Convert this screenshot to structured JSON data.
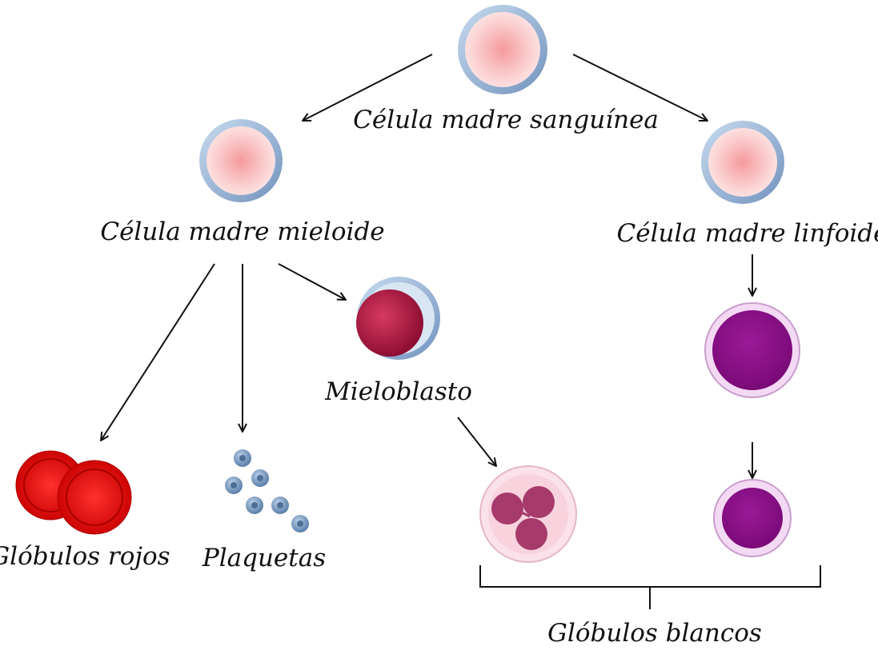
{
  "labels": {
    "stem": "Célula madre sanguínea",
    "myeloid": "Célula madre mieloide",
    "lymphoid": "Célula madre linfoide",
    "myeloblast": "Mieloblasto",
    "red_cells": "Glóbulos rojos",
    "platelets": "Plaquetas",
    "white_cells": "Glóbulos blancos"
  },
  "colors": {
    "stem_cell_fill": "#f7b9b9",
    "stem_cell_rim": "#8fb0d6",
    "myeloblast_nucleus": "#b01845",
    "red_cell": "#ee1111",
    "platelet": "#7f9fc6",
    "lymphoid_cell": "#8a1088",
    "lymphoid_rim": "#e6b8ea",
    "granulocyte_nucleus": "#a63a6a",
    "granulocyte_fill": "#fbe1ea",
    "arrow": "#111111"
  }
}
